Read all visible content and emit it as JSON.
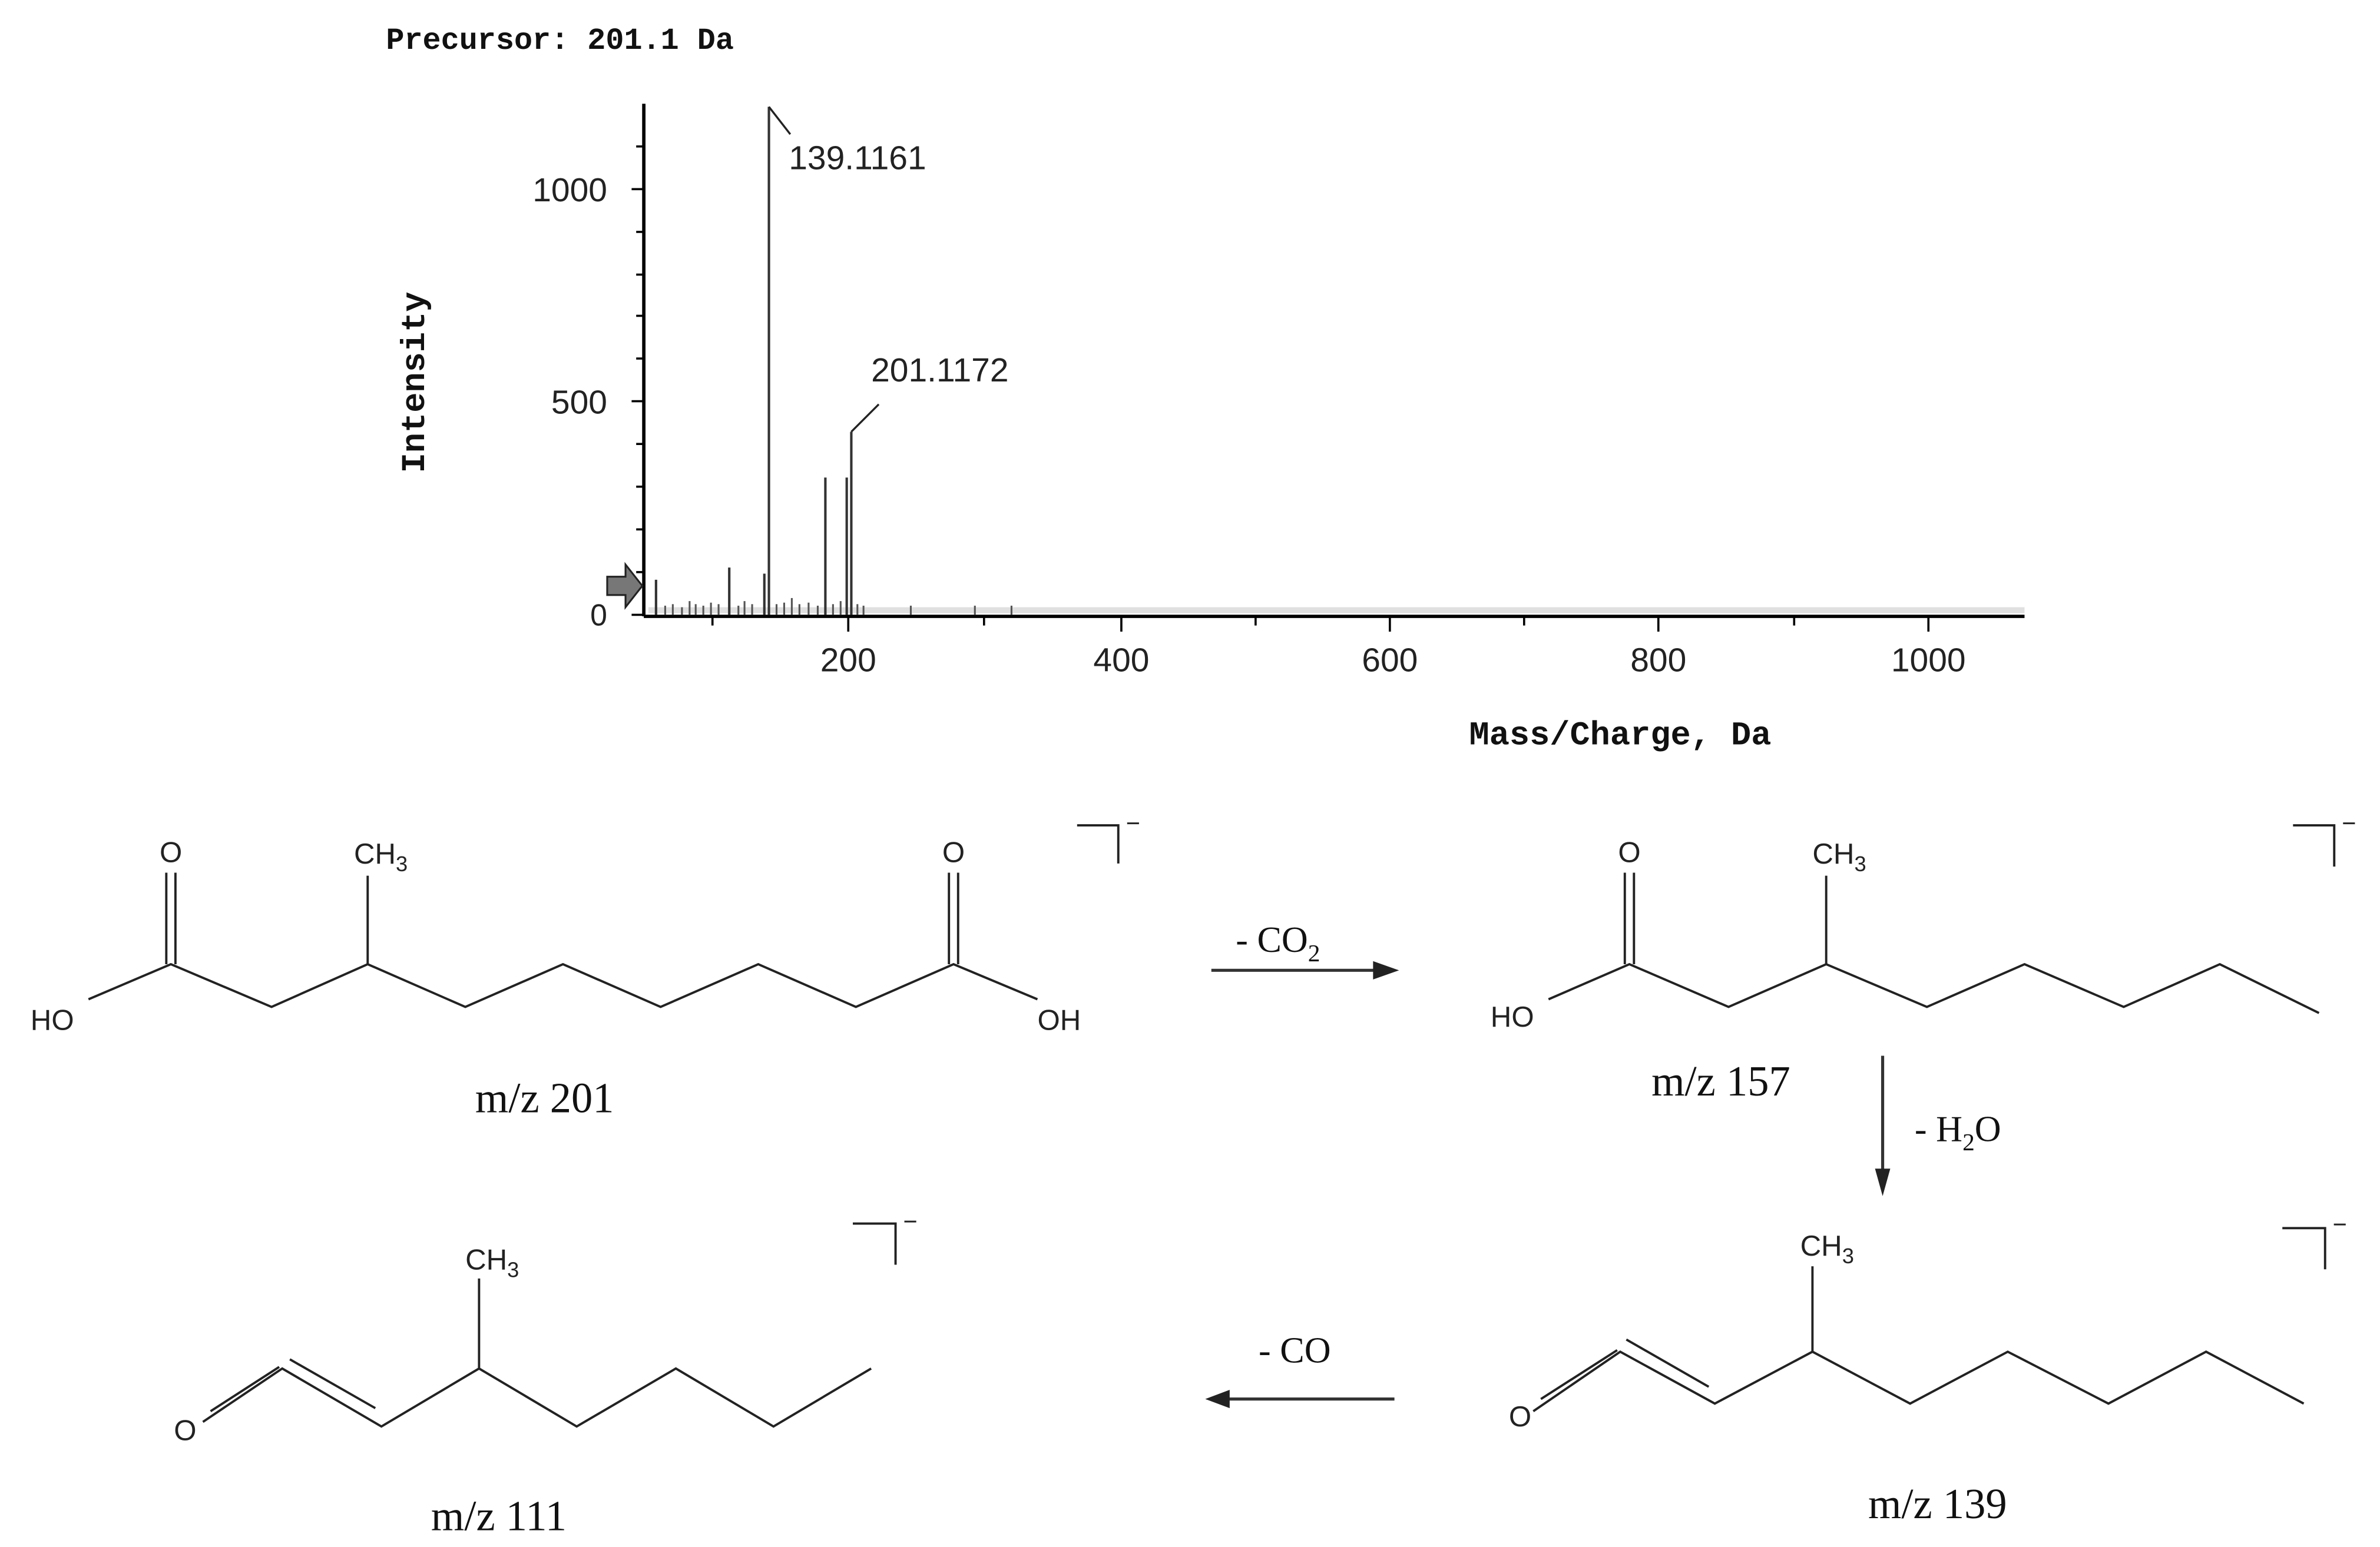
{
  "spectrum": {
    "precursor_label": "Precursor: 201.1 Da",
    "y_axis_label": "Intensity",
    "x_axis_label": "Mass/Charge, Da",
    "y_ticks": [
      "0",
      "500",
      "1000"
    ],
    "x_ticks": [
      "200",
      "400",
      "600",
      "800",
      "1000"
    ],
    "annotations": {
      "peak_139": "139.1161",
      "peak_201": "201.1172"
    }
  },
  "chart_data": {
    "type": "bar",
    "title": "Precursor: 201.1 Da",
    "xlabel": "Mass/Charge, Da",
    "ylabel": "Intensity",
    "xlim": [
      52,
      1071
    ],
    "ylim": [
      0,
      1200
    ],
    "x_ticks": [
      200,
      400,
      600,
      800,
      1000
    ],
    "y_ticks": [
      0,
      500,
      1000
    ],
    "grid": false,
    "legend": null,
    "peaks": [
      {
        "mz": 59,
        "intensity": 82
      },
      {
        "mz": 111,
        "intensity": 111
      },
      {
        "mz": 137,
        "intensity": 97
      },
      {
        "mz": 139.1161,
        "intensity": 1194,
        "label": "139.1161"
      },
      {
        "mz": 183,
        "intensity": 323
      },
      {
        "mz": 200,
        "intensity": 323
      },
      {
        "mz": 201.1172,
        "intensity": 430,
        "label": "201.1172"
      },
      {
        "mz": 247,
        "intensity": 12
      },
      {
        "mz": 295,
        "intensity": 12
      },
      {
        "mz": 323,
        "intensity": 12
      }
    ],
    "annotations": [
      "139.1161",
      "201.1172"
    ]
  },
  "scheme": {
    "molecules": [
      {
        "id": "m201",
        "label": "m/z 201",
        "charge": "−",
        "atoms": [
          "O",
          "CH",
          "3",
          "O",
          "HO",
          "OH"
        ]
      },
      {
        "id": "m157",
        "label": "m/z 157",
        "charge": "−",
        "atoms": [
          "O",
          "CH",
          "3",
          "HO"
        ]
      },
      {
        "id": "m139",
        "label": "m/z 139",
        "charge": "−",
        "atoms": [
          "CH",
          "3",
          "O"
        ]
      },
      {
        "id": "m111",
        "label": "m/z 111",
        "charge": "−",
        "atoms": [
          "CH",
          "3",
          "O"
        ]
      }
    ],
    "steps": [
      {
        "from": "m/z 201",
        "to": "m/z 157",
        "loss_prefix": "- CO",
        "loss_sub": "2"
      },
      {
        "from": "m/z 157",
        "to": "m/z 139",
        "loss_prefix": "- H",
        "loss_sub": "2",
        "loss_suffix": "O"
      },
      {
        "from": "m/z 139",
        "to": "m/z 111",
        "loss_prefix": "- CO"
      }
    ]
  }
}
